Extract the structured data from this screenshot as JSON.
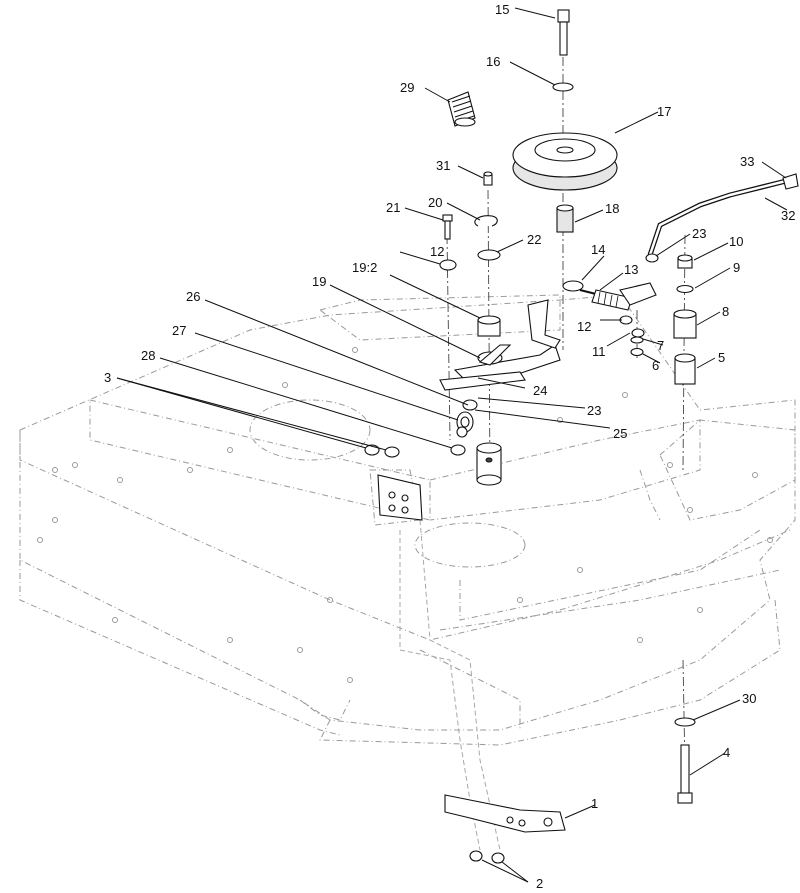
{
  "callouts": [
    {
      "id": "c15",
      "label": "15"
    },
    {
      "id": "c16",
      "label": "16"
    },
    {
      "id": "c17",
      "label": "17"
    },
    {
      "id": "c29",
      "label": "29"
    },
    {
      "id": "c31",
      "label": "31"
    },
    {
      "id": "c21",
      "label": "21"
    },
    {
      "id": "c20",
      "label": "20"
    },
    {
      "id": "c22",
      "label": "22"
    },
    {
      "id": "c18",
      "label": "18"
    },
    {
      "id": "c33",
      "label": "33"
    },
    {
      "id": "c32",
      "label": "32"
    },
    {
      "id": "c23a",
      "label": "23"
    },
    {
      "id": "c10",
      "label": "10"
    },
    {
      "id": "c9",
      "label": "9"
    },
    {
      "id": "c14",
      "label": "14"
    },
    {
      "id": "c13",
      "label": "13"
    },
    {
      "id": "c12a",
      "label": "12"
    },
    {
      "id": "c12b",
      "label": "12"
    },
    {
      "id": "c19",
      "label": "19"
    },
    {
      "id": "c19b",
      "label": "19:2"
    },
    {
      "id": "c8",
      "label": "8"
    },
    {
      "id": "c11",
      "label": "11"
    },
    {
      "id": "c7",
      "label": "7"
    },
    {
      "id": "c6",
      "label": "6"
    },
    {
      "id": "c5",
      "label": "5"
    },
    {
      "id": "c26",
      "label": "26"
    },
    {
      "id": "c27",
      "label": "27"
    },
    {
      "id": "c28",
      "label": "28"
    },
    {
      "id": "c3",
      "label": "3"
    },
    {
      "id": "c24",
      "label": "24"
    },
    {
      "id": "c23b",
      "label": "23"
    },
    {
      "id": "c25",
      "label": "25"
    },
    {
      "id": "c30",
      "label": "30"
    },
    {
      "id": "c4",
      "label": "4"
    },
    {
      "id": "c1",
      "label": "1"
    },
    {
      "id": "c2",
      "label": "2"
    }
  ]
}
